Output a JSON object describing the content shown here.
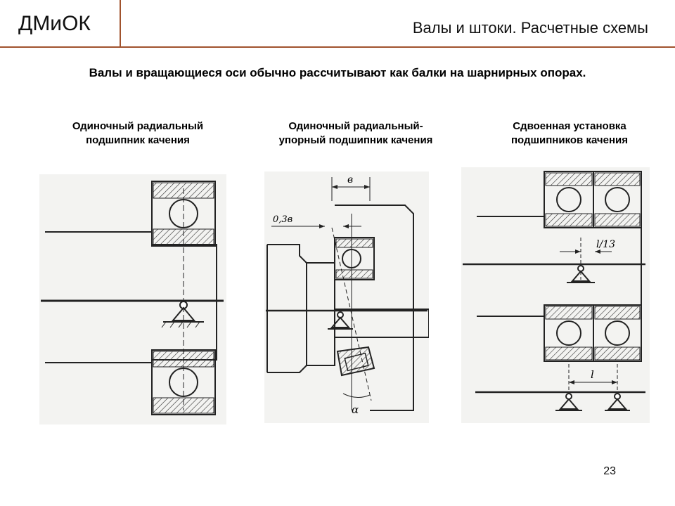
{
  "header": {
    "brand": "ДМиОК",
    "title": "Валы и штоки. Расчетные схемы"
  },
  "lead_text": "Валы и вращающиеся оси обычно рассчитывают как балки на шарнирных опорах.",
  "captions": [
    {
      "line1": "Одиночный радиальный",
      "line2": "подшипник качения"
    },
    {
      "line1": "Одиночный радиальный-",
      "line2": "упорный подшипник качения"
    },
    {
      "line1": "Сдвоенная установка",
      "line2": "подшипников качения"
    }
  ],
  "figure_labels": {
    "b": "в",
    "offset": "0,3в",
    "alpha": "α",
    "l13": "l/13",
    "l": "l"
  },
  "page_number": "23"
}
